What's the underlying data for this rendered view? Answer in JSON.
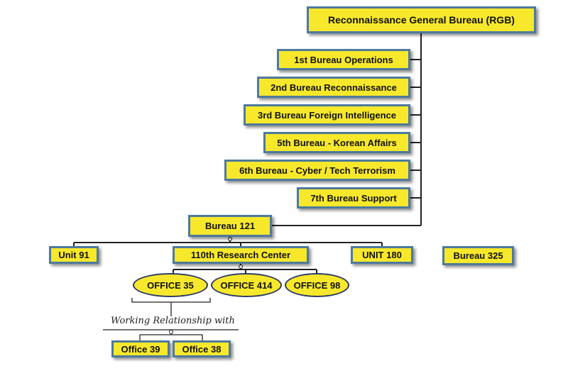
{
  "rgb": "Reconnaissance General Bureau (RGB)",
  "rgb_bureaus": [
    "1st Bureau Operations",
    "2nd Bureau Reconnaissance",
    "3rd Bureau Foreign Intelligence",
    "5th Bureau - Korean Affairs",
    "6th Bureau - Cyber / Tech Terrorism",
    "7th Bureau Support"
  ],
  "bureau_121": "Bureau 121",
  "b121_units": {
    "unit_91": "Unit 91",
    "research_center": "110th Research Center",
    "unit_180": "UNIT 180",
    "bureau_325": "Bureau 325"
  },
  "offices": [
    "OFFICE 35",
    "OFFICE 414",
    "OFFICE 98"
  ],
  "working_relationship": "Working Relationship with",
  "related_offices": [
    "Office 39",
    "Office 38"
  ],
  "colors": {
    "box_fill": "#f7e82c",
    "box_border": "#4d7a9c",
    "oval_border": "#2c3a66",
    "connector": "#222222"
  }
}
